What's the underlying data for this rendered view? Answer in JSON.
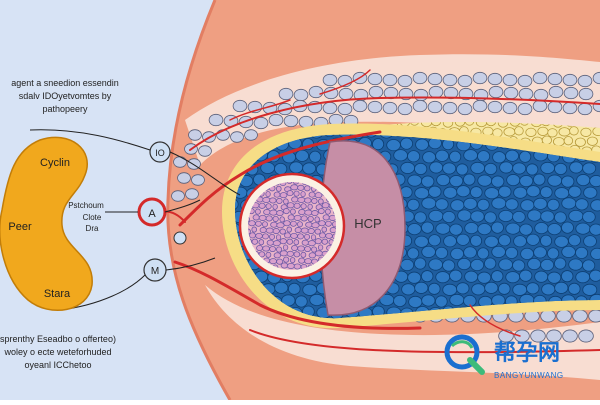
{
  "labels": {
    "top_note": [
      "agent a sneedion essendin",
      "sdalv IDOyetvomtes by",
      "pathopeery"
    ],
    "cyclin": "Cyclin",
    "peer": "Peer",
    "stara": "Stara",
    "mid_note": [
      "Pstchoum",
      "Clote",
      "Dra"
    ],
    "bottom_note": [
      "sprenthy Eseadbo o offerteo)",
      "woley o ecte weteforhuded",
      "oyeanl ICChetoo"
    ],
    "circle_top": "IO",
    "circle_mid": "A",
    "circle_bottom": "M",
    "hcp": "HCP"
  },
  "watermark": {
    "cn": "帮孕网",
    "en": "BANGYUNWANG"
  },
  "colors": {
    "background_tissue": "#ef9f82",
    "light_blue": "#d7e3f5",
    "cell_blue": "#2e79c4",
    "cell_yellow": "#f7e8a4",
    "cell_grey": "#c8cfe6",
    "orange_shape": "#f1a81d",
    "pink_lobe": "#c68ea6",
    "vessel_red": "#d42a2a",
    "watermark_blue": "#1a6fd0",
    "watermark_green": "#3dbb7a"
  }
}
